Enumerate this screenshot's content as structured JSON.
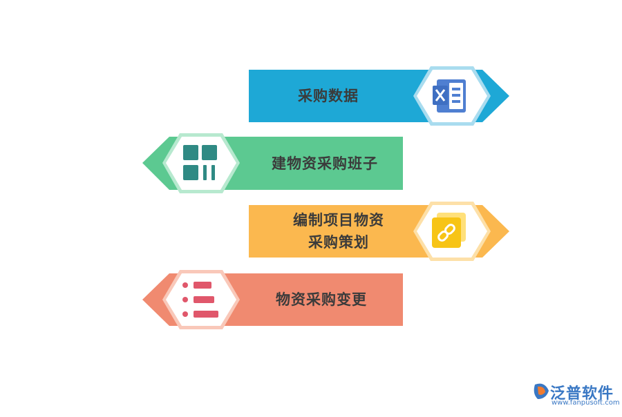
{
  "items": [
    {
      "label": "采购数据",
      "icon": "spreadsheet-icon",
      "color": "#1ea8d6",
      "border": "#a9dcef"
    },
    {
      "label": "建物资采购班子",
      "icon": "grid-icon",
      "color": "#5cc991",
      "border": "#b7e9cf"
    },
    {
      "label_line1": "编制项目物资",
      "label_line2": "采购策划",
      "icon": "link-icon",
      "color": "#fbb84f",
      "border": "#fde0a8"
    },
    {
      "label": "物资采购变更",
      "icon": "list-icon",
      "color": "#f08a70",
      "border": "#f9c8b9"
    }
  ],
  "logo": {
    "name": "泛普软件",
    "url": "www.fanpusoft.com"
  }
}
